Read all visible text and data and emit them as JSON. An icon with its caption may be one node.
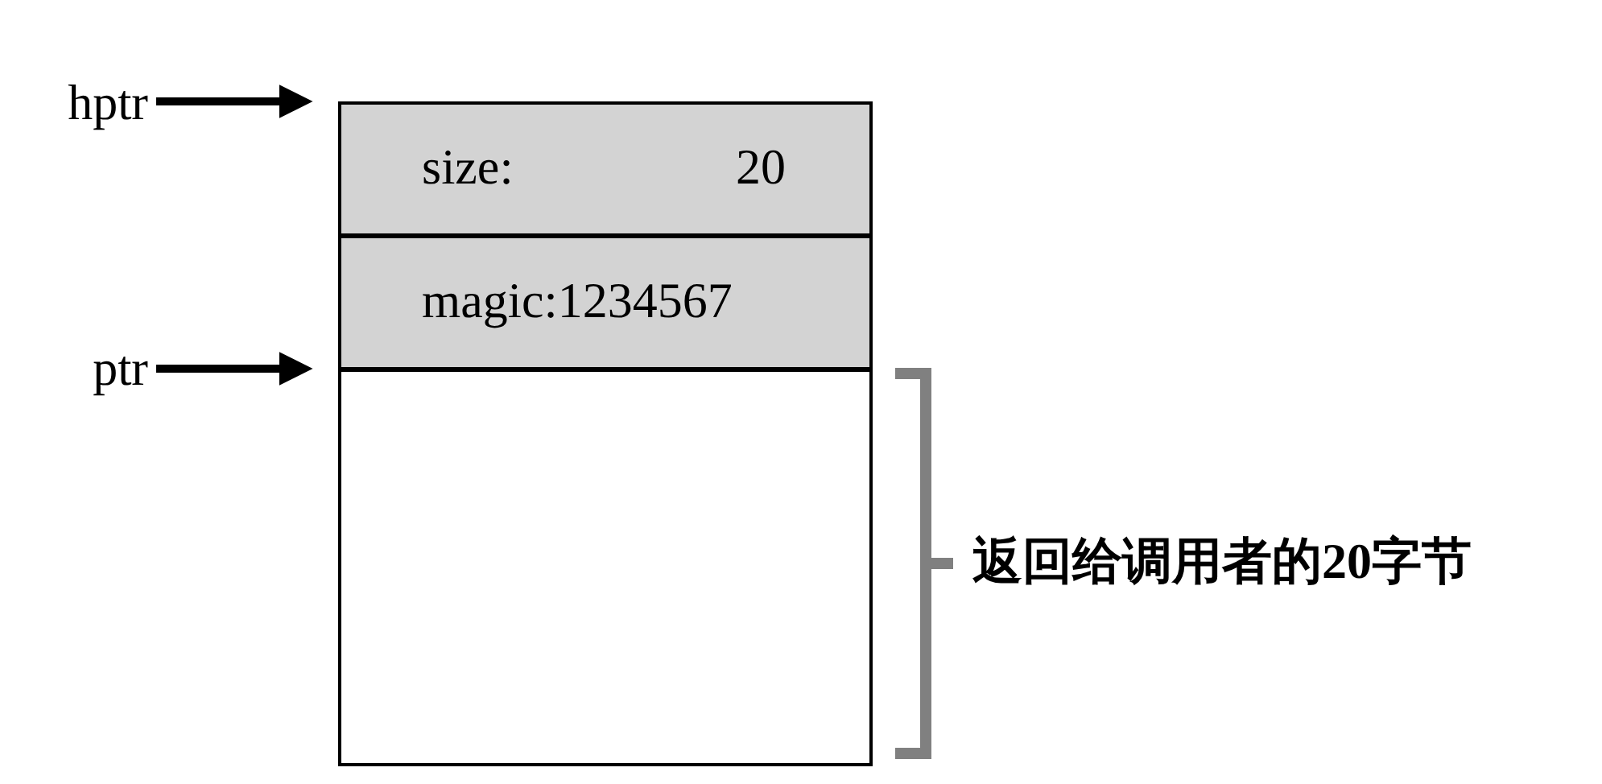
{
  "diagram": {
    "nodes": [
      {
        "text": [
          "hptr"
        ]
      },
      {
        "text": [
          "ptr"
        ]
      },
      {
        "text": [
          "size:",
          "20"
        ]
      },
      {
        "text": [
          "magic:1234567"
        ]
      },
      {
        "text": [],
        "shape": "box"
      }
    ],
    "edges": [
      {
        "from": 0,
        "to": 2,
        "arrow": "to"
      },
      {
        "from": 1,
        "to": 4,
        "arrow": "to"
      }
    ],
    "labels": [
      "返回给调用者的20字节"
    ]
  }
}
